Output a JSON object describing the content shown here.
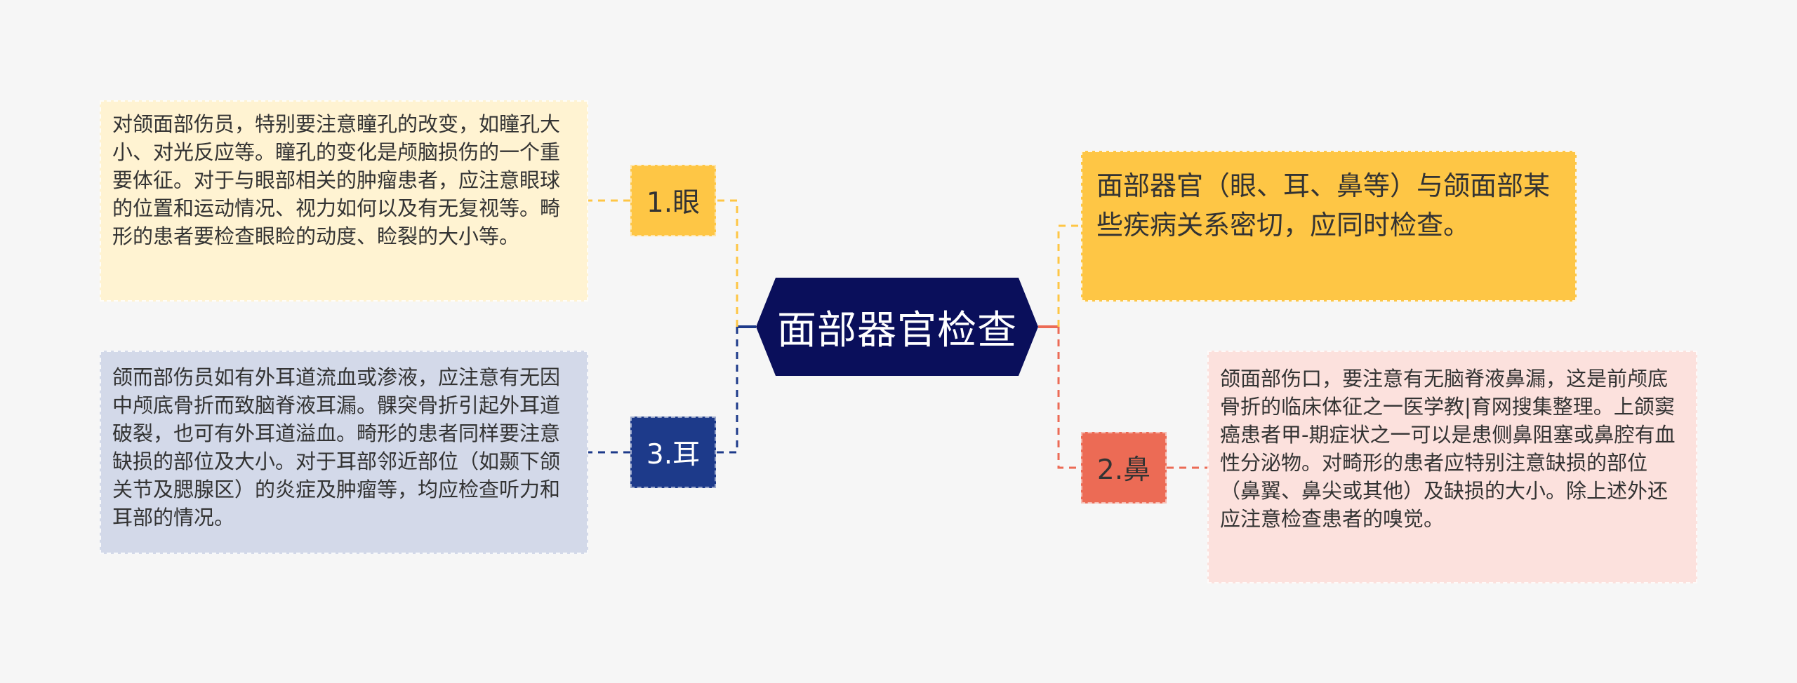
{
  "central": {
    "title": "面部器官检查"
  },
  "summary": {
    "text": "面部器官（眼、耳、鼻等）与颌面部某些疾病关系密切，应同时检查。"
  },
  "branches": [
    {
      "label": "1.眼",
      "note": "对颌面部伤员，特别要注意瞳孔的改变，如瞳孔大小、对光反应等。瞳孔的变化是颅脑损伤的一个重要体征。对于与眼部相关的肿瘤患者，应注意眼球的位置和运动情况、视力如何以及有无复视等。畸形的患者要检查眼睑的动度、睑裂的大小等。"
    },
    {
      "label": "2.鼻",
      "note": "颌面部伤口，要注意有无脑脊液鼻漏，这是前颅底骨折的临床体征之一医学教|育网搜集整理。上颌窦癌患者甲-期症状之一可以是患侧鼻阻塞或鼻腔有血性分泌物。对畸形的患者应特别注意缺损的部位（鼻翼、鼻尖或其他）及缺损的大小。除上述外还应注意检查患者的嗅觉。"
    },
    {
      "label": "3.耳",
      "note": "颌而部伤员如有外耳道流血或渗液，应注意有无因中颅底骨折而致脑脊液耳漏。髁突骨折引起外耳道破裂，也可有外耳道溢血。畸形的患者同样要注意缺损的部位及大小。对于耳部邻近部位（如颞下颌关节及腮腺区）的炎症及肿瘤等，均应检查听力和耳部的情况。"
    }
  ],
  "colors": {
    "central": "#0a0f5b",
    "eye": "#fec645",
    "nose": "#ec6b55",
    "ear": "#1d3a8a",
    "eye_note": "#fff3d2",
    "nose_note": "#fce1dd",
    "ear_note": "#d3d9e9",
    "summary": "#fec645"
  }
}
